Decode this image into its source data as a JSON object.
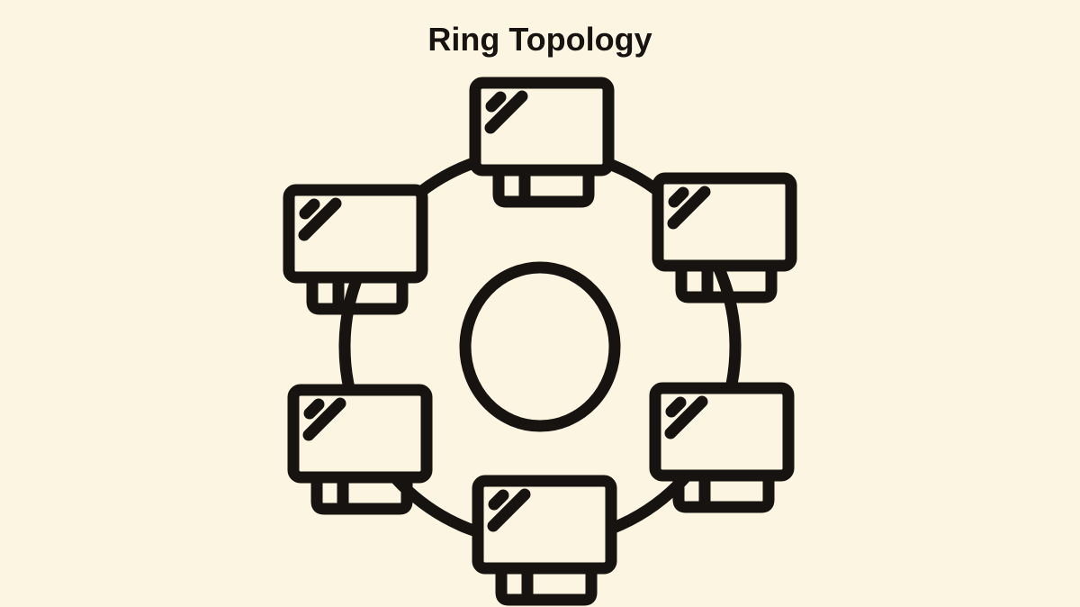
{
  "title": "Ring Topology",
  "colors": {
    "background": "#FCF5E1",
    "stroke": "#161310"
  },
  "diagram": {
    "type": "ring-network-topology",
    "node_count": 6,
    "center_shape": "circle",
    "connection_style": "ring-arcs",
    "nodes": [
      {
        "id": "computer-top",
        "icon": "computer-icon",
        "position": "top"
      },
      {
        "id": "computer-top-right",
        "icon": "computer-icon",
        "position": "top-right"
      },
      {
        "id": "computer-bottom-right",
        "icon": "computer-icon",
        "position": "bottom-right"
      },
      {
        "id": "computer-bottom",
        "icon": "computer-icon",
        "position": "bottom"
      },
      {
        "id": "computer-bottom-left",
        "icon": "computer-icon",
        "position": "bottom-left"
      },
      {
        "id": "computer-top-left",
        "icon": "computer-icon",
        "position": "top-left"
      }
    ]
  }
}
